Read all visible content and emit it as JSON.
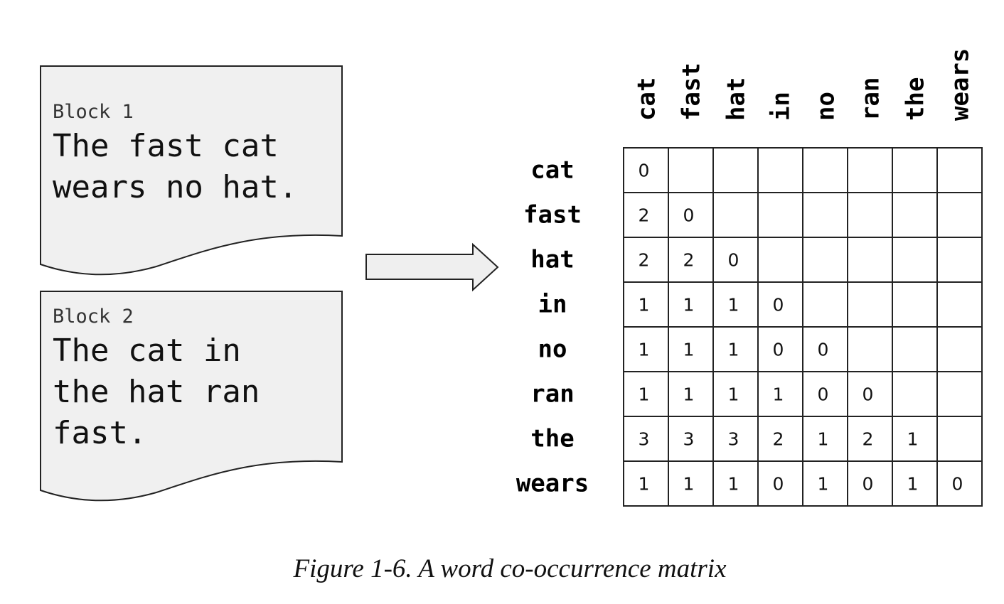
{
  "blocks": [
    {
      "label": "Block 1",
      "lines": [
        "The fast cat",
        "wears no hat."
      ]
    },
    {
      "label": "Block 2",
      "lines": [
        "The cat in",
        "the hat ran",
        "fast."
      ]
    }
  ],
  "matrix": {
    "words": [
      "cat",
      "fast",
      "hat",
      "in",
      "no",
      "ran",
      "the",
      "wears"
    ],
    "values": [
      [
        0
      ],
      [
        2,
        0
      ],
      [
        2,
        2,
        0
      ],
      [
        1,
        1,
        1,
        0
      ],
      [
        1,
        1,
        1,
        0,
        0
      ],
      [
        1,
        1,
        1,
        1,
        0,
        0
      ],
      [
        3,
        3,
        3,
        2,
        1,
        2,
        1
      ],
      [
        1,
        1,
        1,
        0,
        1,
        0,
        1,
        0
      ]
    ]
  },
  "caption": "Figure 1-6. A word co-occurrence matrix",
  "colors": {
    "doc_fill": "#f0f0f0",
    "stroke": "#222222",
    "arrow_fill": "#efefef"
  }
}
